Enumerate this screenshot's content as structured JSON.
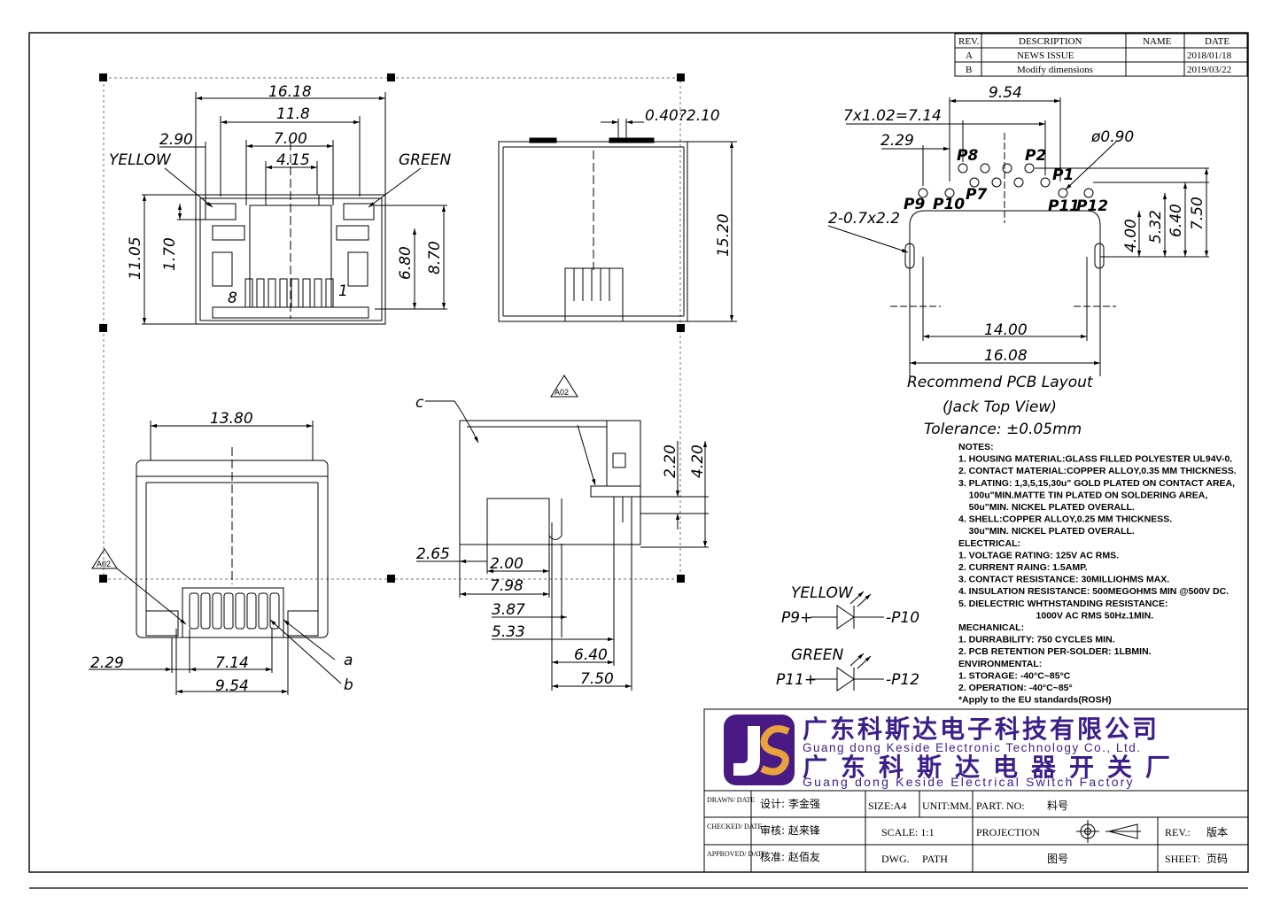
{
  "revision_table": {
    "headers": [
      "REV.",
      "DESCRIPTION",
      "NAME",
      "DATE"
    ],
    "rows": [
      {
        "rev": "A",
        "description": "NEWS ISSUE",
        "name": "",
        "date": "2018/01/18"
      },
      {
        "rev": "B",
        "description": "Modify dimensions",
        "name": "",
        "date": "2019/03/22"
      }
    ]
  },
  "front_view": {
    "dims": {
      "overall_width": "16.18",
      "width_11_8": "11.8",
      "width_7_00": "7.00",
      "width_4_15": "4.15",
      "offset_2_90": "2.90",
      "height_11_05": "11.05",
      "height_1_70": "1.70",
      "height_6_80": "6.80",
      "height_8_70": "8.70"
    },
    "labels": {
      "yellow": "YELLOW",
      "green": "GREEN",
      "pin8": "8",
      "pin1": "1"
    }
  },
  "side_view": {
    "dims": {
      "pin_offset": "0.40?2.10",
      "height_15_20": "15.20"
    }
  },
  "pcb_layout": {
    "dims": {
      "pitch": "7x1.02=7.14",
      "width_9_54": "9.54",
      "offset_2_29": "2.29",
      "hole_dia": "ø0.90",
      "slot": "2-0.7x2.2",
      "height_4_00": "4.00",
      "height_5_32": "5.32",
      "height_6_40": "6.40",
      "height_7_50": "7.50",
      "width_14_00": "14.00",
      "width_16_08": "16.08"
    },
    "pins": {
      "p1": "P1",
      "p2": "P2",
      "p7": "P7",
      "p8": "P8",
      "p9": "P9",
      "p10": "P10",
      "p11": "P11",
      "p12": "P12"
    },
    "title": "Recommend PCB Layout",
    "subtitle": "(Jack Top View)",
    "tolerance": "Tolerance: ±0.05mm"
  },
  "bottom_view": {
    "dims": {
      "width_13_80": "13.80",
      "offset_2_29": "2.29",
      "width_7_14": "7.14",
      "width_9_54": "9.54"
    },
    "labels": {
      "a": "a",
      "b": "b",
      "tag": "A02"
    }
  },
  "section_view": {
    "dims": {
      "height_2_20": "2.20",
      "height_4_20": "4.20",
      "d_2_65": "2.65",
      "d_2_00": "2.00",
      "d_7_98": "7.98",
      "d_3_87": "3.87",
      "d_5_33": "5.33",
      "d_6_40": "6.40",
      "d_7_50": "7.50"
    },
    "labels": {
      "c": "c",
      "tag": "A02"
    }
  },
  "notes": [
    "NOTES:",
    "1. HOUSING MATERIAL:GLASS FILLED POLYESTER UL94V-0.",
    "2. CONTACT MATERIAL:COPPER ALLOY,0.35 MM THICKNESS.",
    "3. PLATING: 1,3,5,15,30u\" GOLD PLATED ON CONTACT AREA,",
    "    100u\"MIN.MATTE TIN PLATED ON SOLDERING AREA,",
    "    50u\"MIN. NICKEL PLATED OVERALL.",
    "4. SHELL:COPPER ALLOY,0.25 MM THICKNESS.",
    "    30u\"MIN. NICKEL PLATED OVERALL.",
    "ELECTRICAL:",
    "1. VOLTAGE RATING: 125V AC RMS.",
    "2. CURRENT RAING: 1.5AMP.",
    "3. CONTACT RESISTANCE: 30MILLIOHMS MAX.",
    "4. INSULATION RESISTANCE: 500MEGOHMS MIN @500V DC.",
    "5. DIELECTRIC WHTHSTANDING RESISTANCE:",
    "                              1000V AC RMS 50Hz.1MIN.",
    "MECHANICAL:",
    "1. DURRABILITY: 750 CYCLES MIN.",
    "2. PCB RETENTION PER-SOLDER: 1LBMIN.",
    "ENVIRONMENTAL:",
    "1. STORAGE: -40°C~85°C",
    "2. OPERATION: -40°C~85°",
    "*Apply to the EU standards(ROSH)"
  ],
  "led_schematic": {
    "yellow_label": "YELLOW",
    "yellow_plus": "P9+",
    "yellow_minus": "-P10",
    "green_label": "GREEN",
    "green_plus": "P11+",
    "green_minus": "-P12"
  },
  "title_block": {
    "company_cn_1": "广东科斯达电子科技有限公司",
    "company_en_1": "Guang dong Keside  Electronic Technology Co., Ltd.",
    "company_cn_2": "广东科斯达电器开关厂",
    "company_en_2": "Guang dong Keside Electrical Switch Factory",
    "drawn_label": "DRAWN/ DATE",
    "drawn_value": "设计: 李金强",
    "checked_label": "CHECKED/ DATE",
    "checked_value": "审核: 赵来锋",
    "approved_label": "APPROVED/ DATE",
    "approved_value": "核准: 赵佰友",
    "size": "SIZE:A4",
    "unit": "UNIT:MM.",
    "part_no": "PART. NO:",
    "part_value": "料号",
    "scale": "SCALE: 1:1",
    "projection": "PROJECTION",
    "rev": "REV.:",
    "rev_value": "版本",
    "dwg": "DWG.",
    "path": "PATH",
    "drawing_no": "图号",
    "sheet": "SHEET:",
    "sheet_value": "页码"
  }
}
